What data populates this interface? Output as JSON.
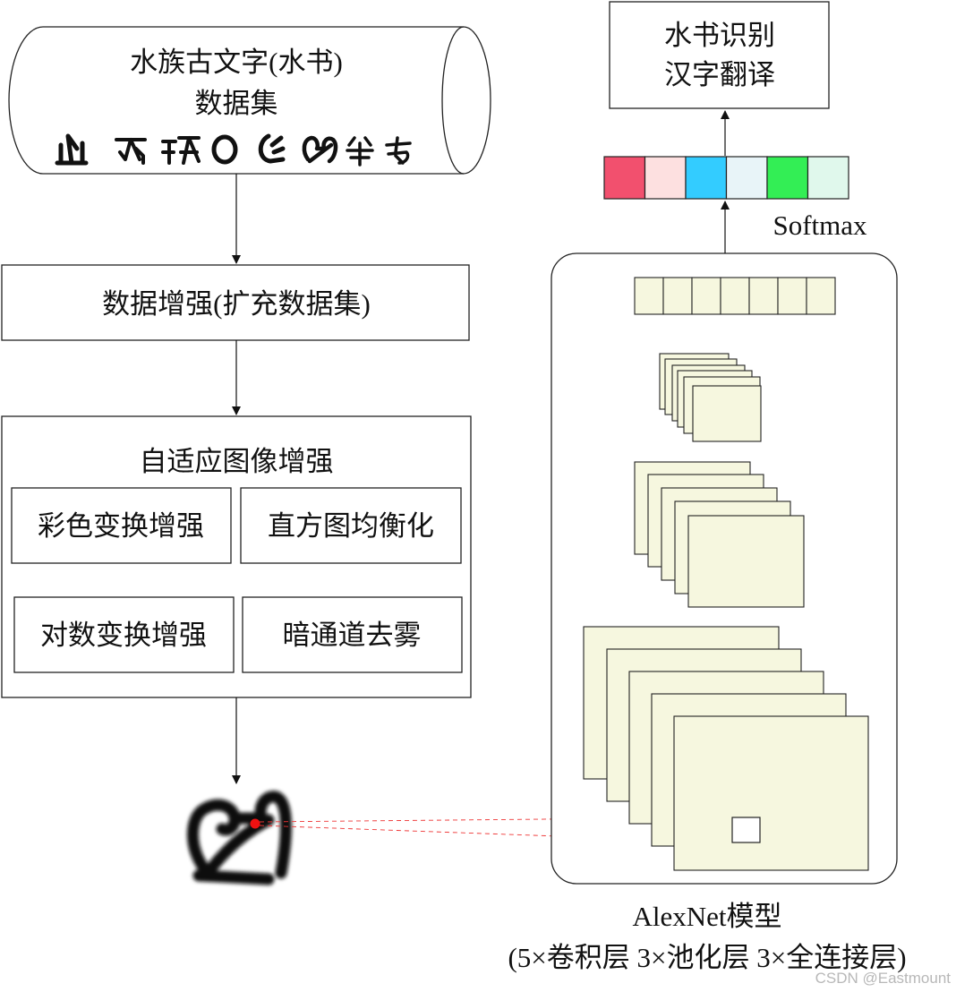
{
  "dataset": {
    "line1": "水族古文字(水书)",
    "line2": "数据集",
    "glyphs": [
      "shui-glyph-1",
      "shui-glyph-2",
      "shui-glyph-3",
      "shui-glyph-4",
      "shui-glyph-5",
      "shui-glyph-6",
      "shui-glyph-7",
      "shui-glyph-8"
    ]
  },
  "augmentation": {
    "label": "数据增强(扩充数据集)"
  },
  "adaptive": {
    "title": "自适应图像增强",
    "methods": [
      "彩色变换增强",
      "直方图均衡化",
      "对数变换增强",
      "暗通道去雾"
    ]
  },
  "output": {
    "line1": "水书识别",
    "line2": "汉字翻译"
  },
  "softmax": {
    "label": "Softmax",
    "colors": [
      "#f2506e",
      "#fde0e0",
      "#33ccff",
      "#e8f4f8",
      "#33ee55",
      "#e0f8ec"
    ]
  },
  "model": {
    "name": "AlexNet模型",
    "detail": "(5×卷积层 3×池化层 3×全连接层)",
    "fc_cells": 7,
    "map_color": "#f6f7df"
  },
  "sample": {
    "icon": "shui-character-sample",
    "marker_color": "#ee1111"
  },
  "watermark": "CSDN @Eastmount"
}
